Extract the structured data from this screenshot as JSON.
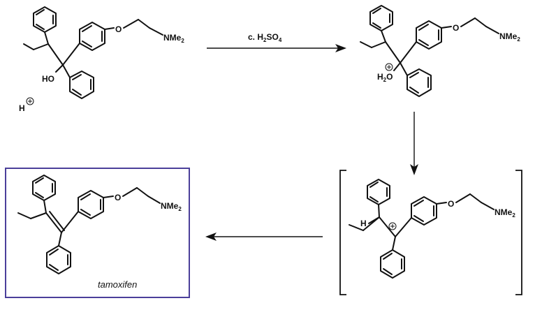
{
  "reagent": {
    "text": "c. H",
    "sub": "2",
    "text2": "SO",
    "sub2": "4"
  },
  "labels": {
    "nme": "NMe",
    "nme_sub": "2",
    "o": "O",
    "ho": "HO",
    "h2o_h": "H",
    "h2o_sub": "2",
    "h2o_o": "O",
    "proton": "H",
    "h_atom": "H",
    "product_name": "tamoxifen"
  },
  "colors": {
    "box": "#4b3f9a",
    "ink": "#111111"
  }
}
